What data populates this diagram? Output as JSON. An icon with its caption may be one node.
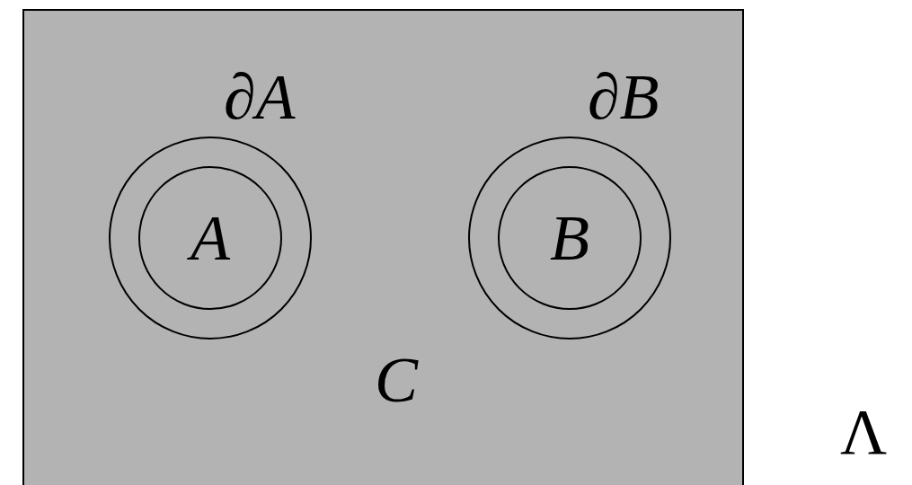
{
  "diagram": {
    "nodes": [
      {
        "text": [
          "C"
        ]
      },
      {
        "text": [
          "∂A"
        ],
        "in": 0
      },
      {
        "text": [
          "A"
        ],
        "in": 1
      },
      {
        "text": [
          "∂B"
        ],
        "in": 0
      },
      {
        "text": [
          "B"
        ],
        "in": 3
      }
    ],
    "labels": [
      "Λ"
    ]
  }
}
